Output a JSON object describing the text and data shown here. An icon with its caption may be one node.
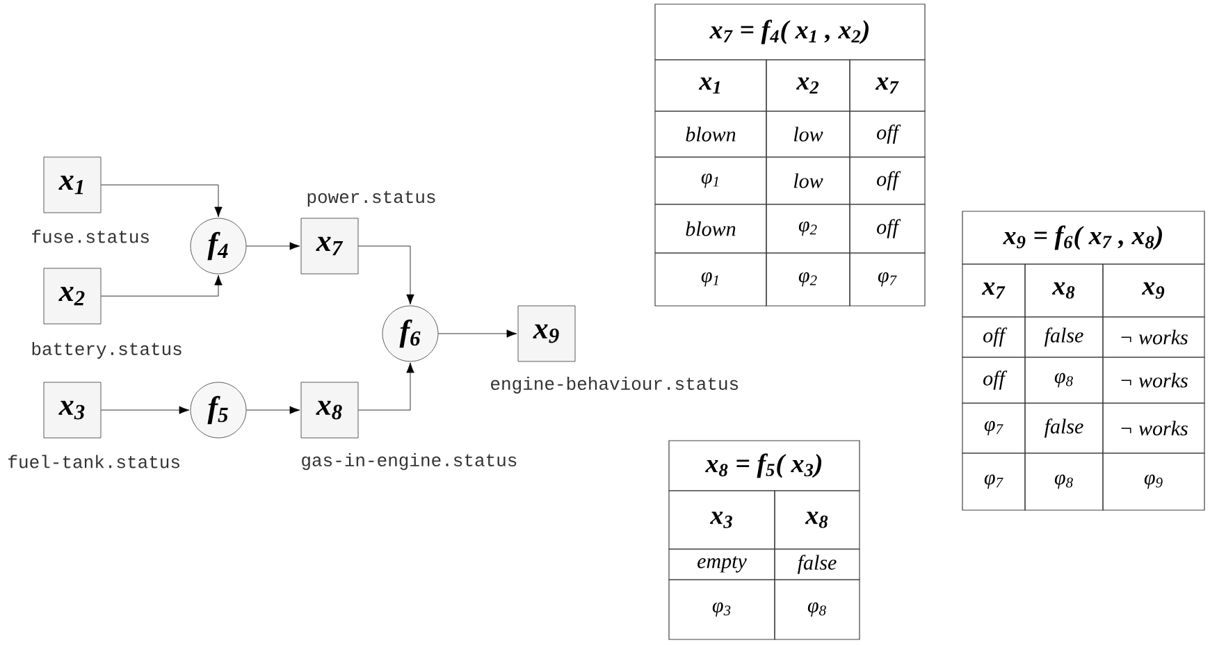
{
  "diagram": {
    "nodes": [
      {
        "text": [
          "x$_{1}$"
        ],
        "beside": [
          "fuse.status"
        ]
      },
      {
        "text": [
          "x$_{2}$"
        ],
        "beside": [
          "battery.status"
        ]
      },
      {
        "text": [
          "x$_{3}$"
        ],
        "beside": [
          "fuel-tank.status"
        ]
      },
      {
        "text": [
          "f$_{4}$"
        ]
      },
      {
        "text": [
          "f$_{5}$"
        ]
      },
      {
        "text": [
          "x$_{7}$"
        ],
        "beside": [
          "power.status"
        ]
      },
      {
        "text": [
          "x$_{8}$"
        ],
        "beside": [
          "gas-in-engine.status"
        ]
      },
      {
        "text": [
          "f$_{6}$"
        ]
      },
      {
        "text": [
          "x$_{9}$"
        ],
        "beside": [
          "engine-behaviour.status"
        ]
      }
    ],
    "edges": [
      {
        "from": 0,
        "to": 3,
        "arrow": "to"
      },
      {
        "from": 1,
        "to": 3,
        "arrow": "to"
      },
      {
        "from": 3,
        "to": 5,
        "arrow": "to"
      },
      {
        "from": 2,
        "to": 4,
        "arrow": "to"
      },
      {
        "from": 4,
        "to": 6,
        "arrow": "to"
      },
      {
        "from": 5,
        "to": 7,
        "arrow": "to"
      },
      {
        "from": 6,
        "to": 7,
        "arrow": "to"
      },
      {
        "from": 7,
        "to": 8,
        "arrow": "to"
      }
    ],
    "labels": [
      "x$_{7}$ = f$_{4}$( x$_{1}$ , x$_{2}$)",
      "x$_{1}$",
      "x$_{2}$",
      "x$_{7}$",
      "blown",
      "low",
      "off",
      "φ$_{1}$",
      "low",
      "off",
      "blown",
      "φ$_{2}$",
      "off",
      "φ$_{1}$",
      "φ$_{2}$",
      "φ$_{7}$",
      "x$_{9}$ = f$_{6}$( x$_{7}$ , x$_{8}$)",
      "x$_{7}$",
      "x$_{8}$",
      "x$_{9}$",
      "off",
      "false",
      "¬ works",
      "off",
      "φ$_{8}$",
      "¬ works",
      "φ$_{7}$",
      "false",
      "¬ works",
      "φ$_{7}$",
      "φ$_{8}$",
      "φ$_{9}$",
      "x$_{8}$ = f$_{5}$( x$_{3}$)",
      "x$_{3}$",
      "x$_{8}$",
      "empty",
      "false",
      "φ$_{3}$",
      "φ$_{8}$"
    ]
  }
}
